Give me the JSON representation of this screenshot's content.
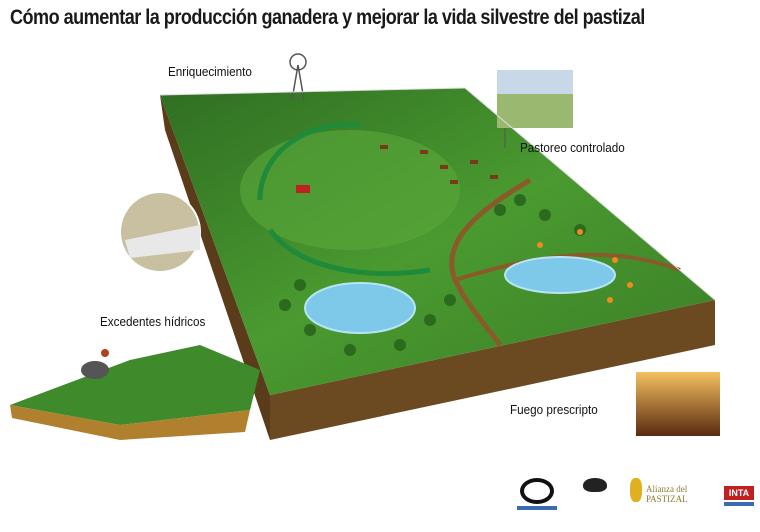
{
  "title": "Cómo aumentar la producción ganadera y mejorar la vida silvestre del pastizal",
  "labels": {
    "enrichment": "Enriquecimiento",
    "controlled_grazing": "Pastoreo controlado",
    "water_surplus": "Excedentes hídricos",
    "prescribed_fire": "Fuego prescripto"
  },
  "logos": {
    "alianza": "Alianza del PASTIZAL",
    "inta": "INTA"
  },
  "colors": {
    "grass": "#3f8a2a",
    "soil": "#6b4a22",
    "water": "#7ec8ea",
    "path": "#8a5a2a"
  }
}
